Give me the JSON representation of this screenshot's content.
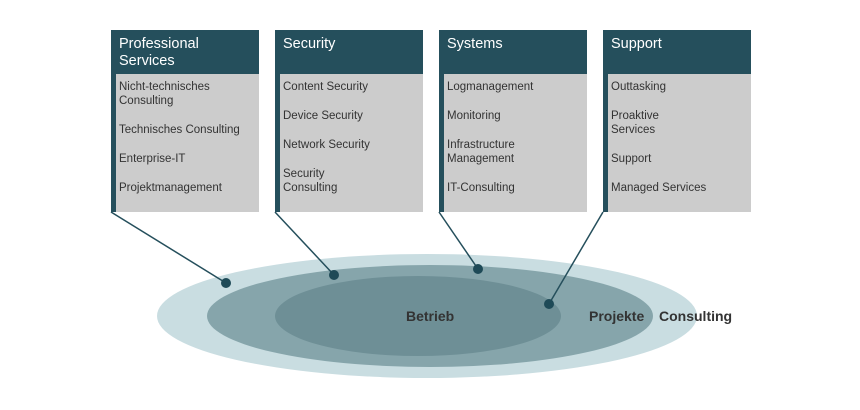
{
  "cards": [
    {
      "title": "Professional Services",
      "items": [
        "Nicht-technisches Consulting",
        "Technisches Consulting",
        "Enterprise-IT",
        "Projektmanagement"
      ]
    },
    {
      "title": "Security",
      "items": [
        "Content Security",
        "Device Security",
        "Network Security",
        "Security Consulting"
      ]
    },
    {
      "title": "Systems",
      "items": [
        "Logmanagement",
        "Monitoring",
        "Infrastructure Management",
        "IT-Consulting"
      ]
    },
    {
      "title": "Support",
      "items": [
        "Outtasking",
        "Proaktive Services",
        "Support",
        "Managed Services"
      ]
    }
  ],
  "rings": {
    "inner_label": "Betrieb",
    "middle_label": "Projekte",
    "outer_label": "Consulting"
  },
  "colors": {
    "card_header": "#254f5c",
    "card_body": "#cccccc",
    "outer_ring": "#c9dde1",
    "middle_ring": "#86a5ab",
    "inner_ring": "#6e8f96",
    "connector_dot": "#1e4a57"
  }
}
